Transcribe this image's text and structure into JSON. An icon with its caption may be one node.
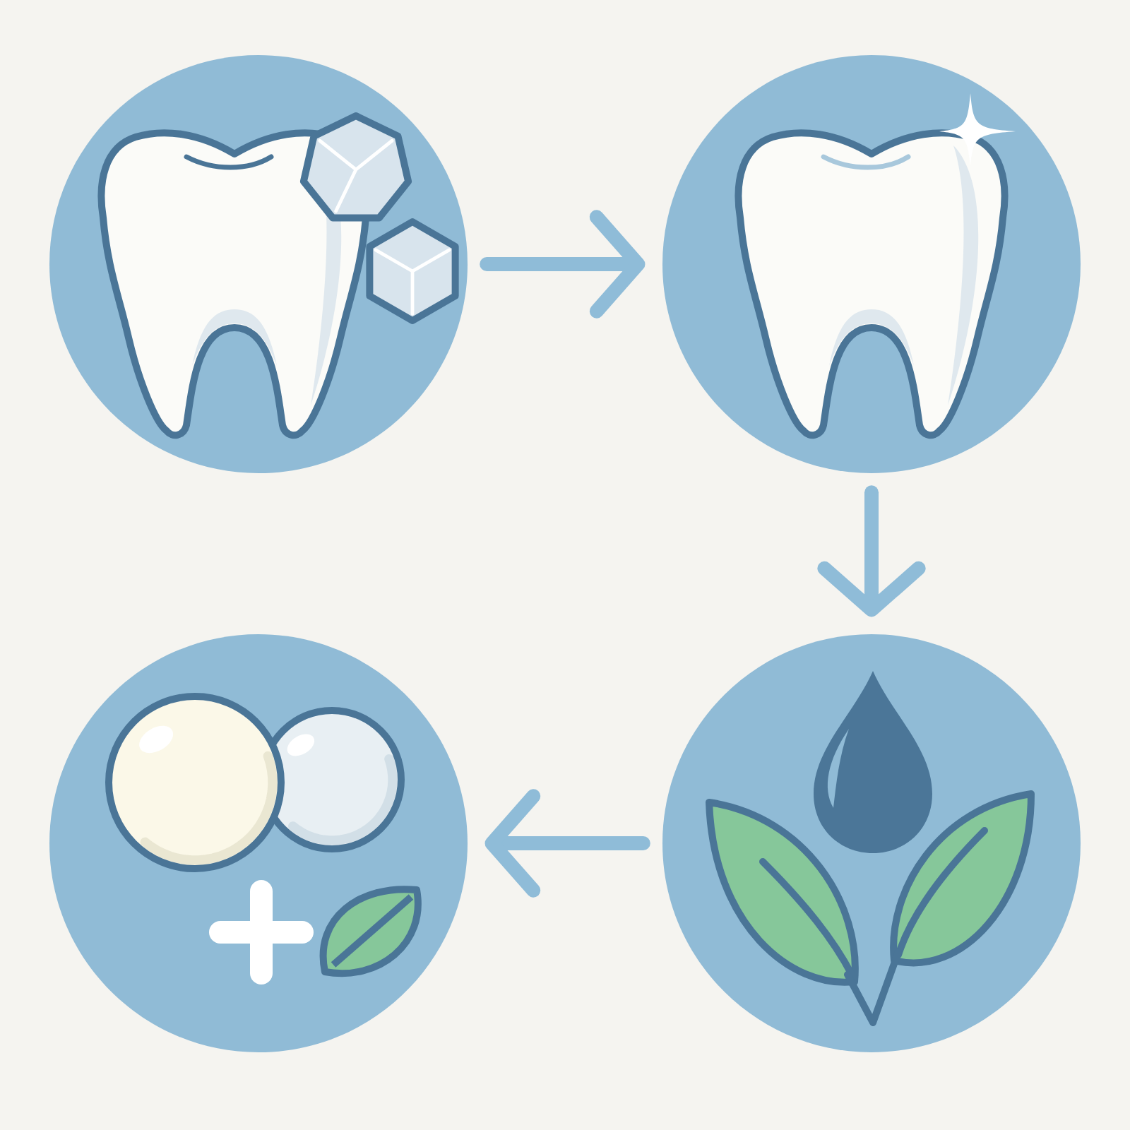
{
  "diagram": {
    "nodes": [
      {
        "text": [],
        "shape": "circle"
      },
      {
        "text": [],
        "shape": "circle"
      },
      {
        "text": [],
        "shape": "circle"
      },
      {
        "text": [],
        "shape": "circle"
      }
    ],
    "edges": [
      {
        "from": 0,
        "to": 1,
        "arrow": "to"
      },
      {
        "from": 1,
        "to": 3,
        "arrow": "to"
      },
      {
        "from": 3,
        "to": 2,
        "arrow": "to"
      }
    ]
  }
}
